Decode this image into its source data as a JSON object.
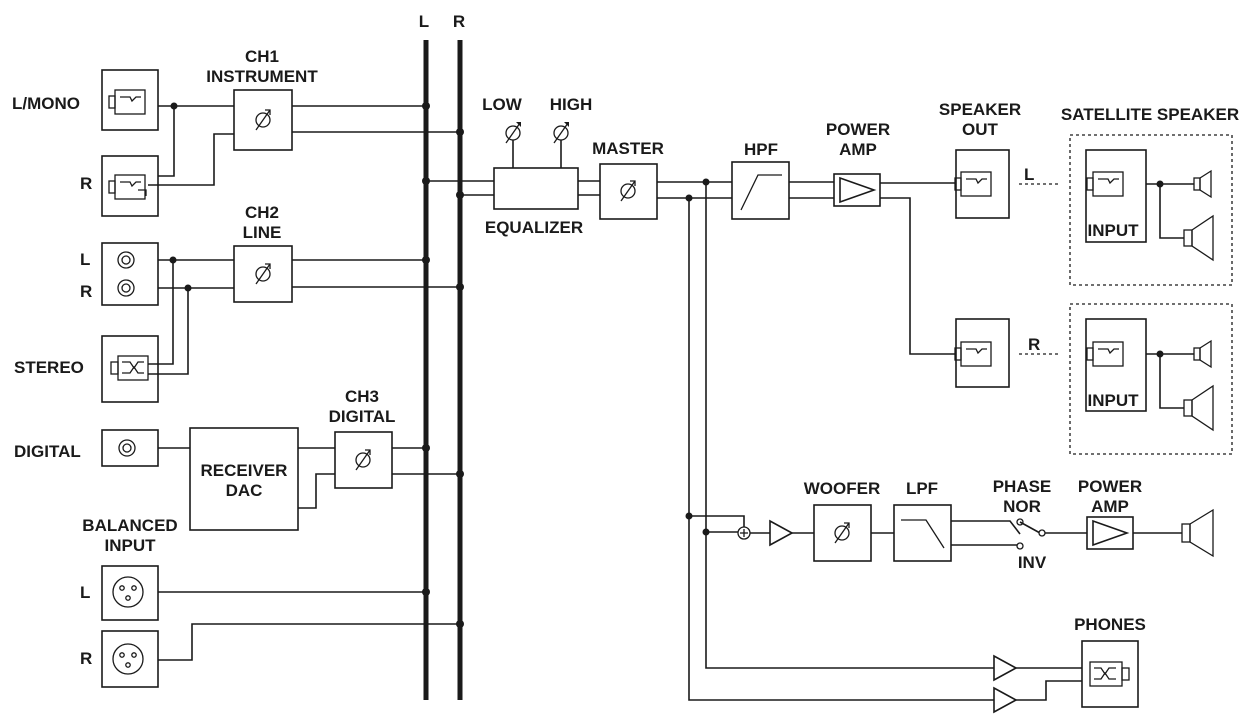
{
  "labels": {
    "bus_l": "L",
    "bus_r": "R",
    "ch1": "CH1",
    "instrument": "INSTRUMENT",
    "l_mono": "L/MONO",
    "r_in": "R",
    "ch2": "CH2",
    "line": "LINE",
    "l_line": "L",
    "r_line": "R",
    "stereo": "STEREO",
    "ch3": "CH3",
    "digital_ch": "DIGITAL",
    "digital_in": "DIGITAL",
    "receiver": "RECEIVER",
    "dac": "DAC",
    "balanced": "BALANCED",
    "input": "INPUT",
    "bal_l": "L",
    "bal_r": "R",
    "low": "LOW",
    "high": "HIGH",
    "equalizer": "EQUALIZER",
    "master": "MASTER",
    "hpf": "HPF",
    "power": "POWER",
    "amp": "AMP",
    "speaker": "SPEAKER",
    "out": "OUT",
    "out_l": "L",
    "out_r": "R",
    "satellite_speaker": "SATELLITE SPEAKER",
    "sat_input_1": "INPUT",
    "sat_input_2": "INPUT",
    "woofer": "WOOFER",
    "lpf": "LPF",
    "phase": "PHASE",
    "nor": "NOR",
    "inv": "INV",
    "power_2": "POWER",
    "amp_2": "AMP",
    "phones": "PHONES"
  }
}
